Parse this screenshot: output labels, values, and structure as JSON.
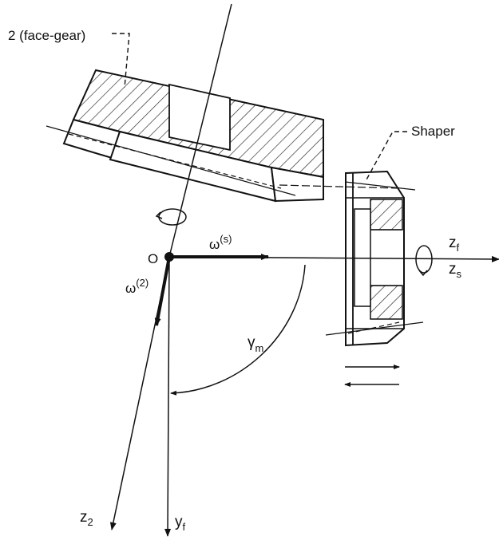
{
  "labels": {
    "face_gear": "2 (face-gear)",
    "shaper": "Shaper",
    "origin": "O",
    "omega_s_base": "ω",
    "omega_s_sup": "(s)",
    "omega_2_base": "ω",
    "omega_2_sup": "(2)",
    "gamma_base": "γ",
    "gamma_sub": "m",
    "zf_base": "z",
    "zf_sub": "f",
    "zs_base": "z",
    "zs_sub": "s",
    "z2_base": "z",
    "z2_sub": "2",
    "yf_base": "y",
    "yf_sub": "f"
  }
}
